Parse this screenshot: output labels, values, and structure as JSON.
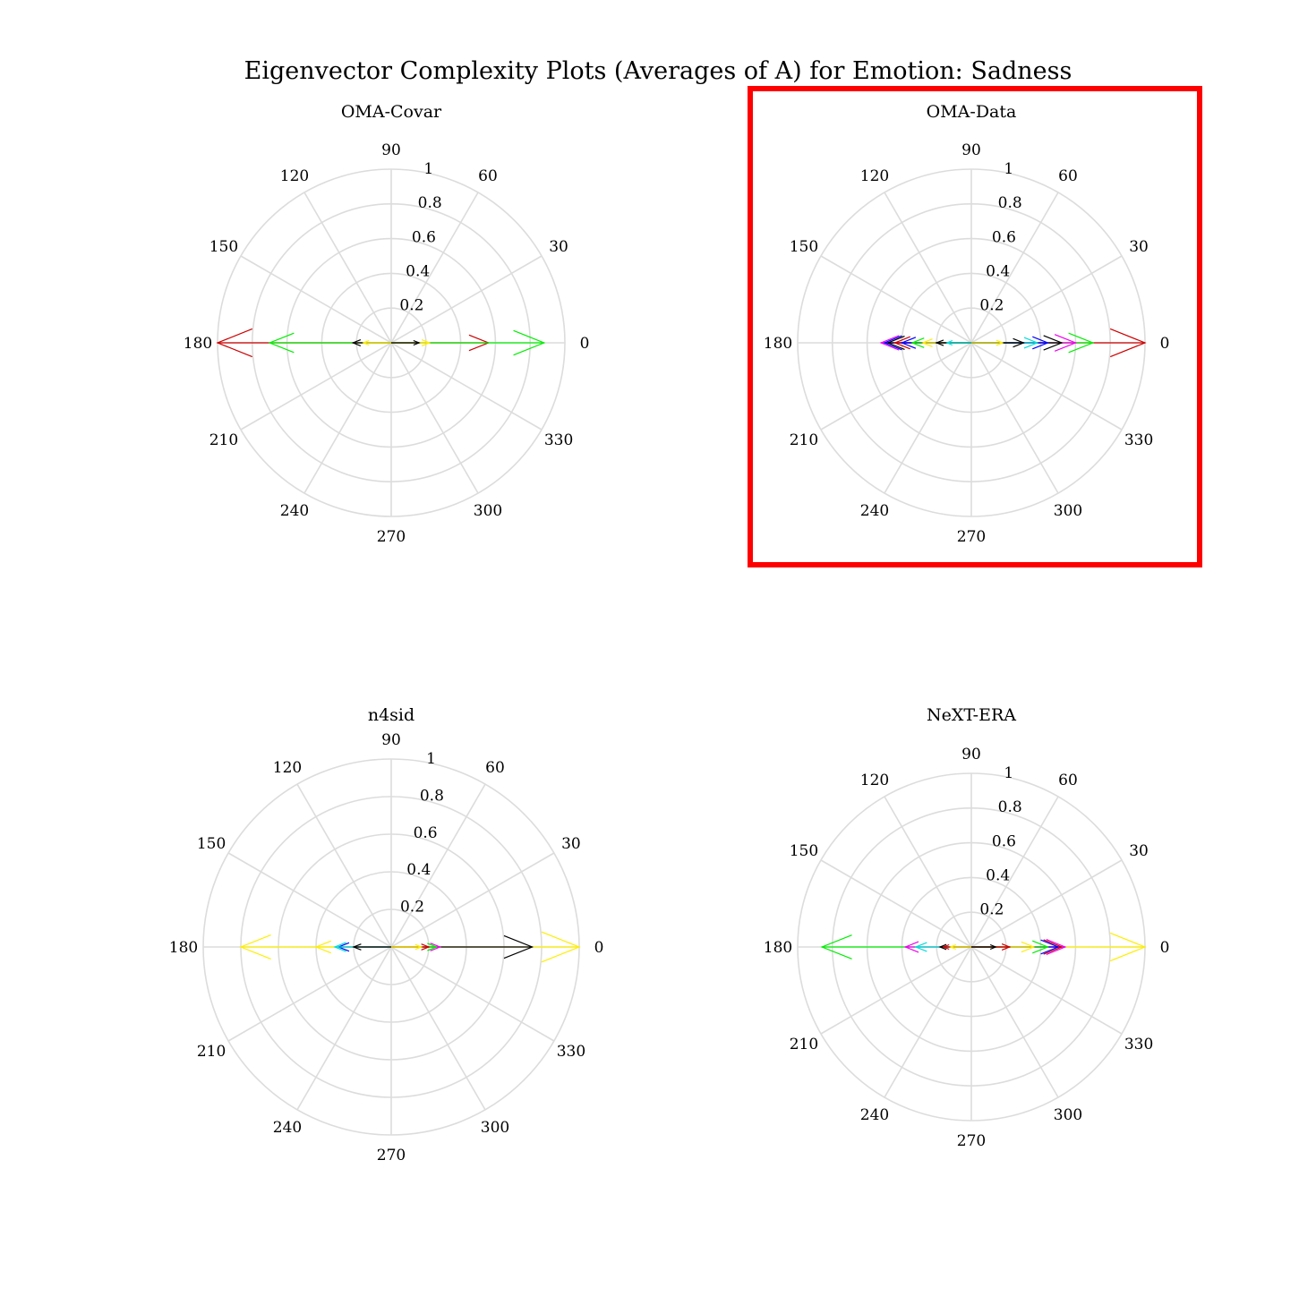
{
  "figure": {
    "title": "Eigenvector Complexity Plots (Averages of A) for Emotion: Sadness"
  },
  "colors": {
    "grid": "#dcdcdc",
    "highlight_box": "#ff0000",
    "red": "#cc0000",
    "green": "#00ee00",
    "yellow": "#ffee00",
    "blue": "#0000ff",
    "magenta": "#ee00ee",
    "cyan": "#00dddd",
    "black": "#000000"
  },
  "chart_data": [
    {
      "type": "polar-compass",
      "title": "OMA-Covar",
      "highlighted": false,
      "angle_ticks": [
        "0",
        "30",
        "60",
        "90",
        "120",
        "150",
        "180",
        "210",
        "240",
        "270",
        "300",
        "330"
      ],
      "radius_ticks": [
        "0.2",
        "0.4",
        "0.6",
        "0.8",
        "1"
      ],
      "rlim": [
        0,
        1
      ],
      "grid": true,
      "series": [
        {
          "color": "red",
          "angle": 180,
          "radius": 1.0
        },
        {
          "color": "red",
          "angle": 0,
          "radius": 0.56
        },
        {
          "color": "green",
          "angle": 180,
          "radius": 0.7
        },
        {
          "color": "green",
          "angle": 0,
          "radius": 0.88
        },
        {
          "color": "black",
          "angle": 180,
          "radius": 0.22
        },
        {
          "color": "yellow",
          "angle": 180,
          "radius": 0.16
        },
        {
          "color": "yellow",
          "angle": 0,
          "radius": 0.22
        },
        {
          "color": "black",
          "angle": 0,
          "radius": 0.16
        }
      ]
    },
    {
      "type": "polar-compass",
      "title": "OMA-Data",
      "highlighted": true,
      "angle_ticks": [
        "0",
        "30",
        "60",
        "90",
        "120",
        "150",
        "180",
        "210",
        "240",
        "270",
        "300",
        "330"
      ],
      "radius_ticks": [
        "0.2",
        "0.4",
        "0.6",
        "0.8",
        "1"
      ],
      "rlim": [
        0,
        1
      ],
      "grid": true,
      "series": [
        {
          "color": "red",
          "angle": 0,
          "radius": 1.0
        },
        {
          "color": "green",
          "angle": 0,
          "radius": 0.7
        },
        {
          "color": "magenta",
          "angle": 0,
          "radius": 0.6
        },
        {
          "color": "black",
          "angle": 0,
          "radius": 0.52
        },
        {
          "color": "blue",
          "angle": 0,
          "radius": 0.44
        },
        {
          "color": "cyan",
          "angle": 0,
          "radius": 0.38
        },
        {
          "color": "black",
          "angle": 0,
          "radius": 0.3
        },
        {
          "color": "yellow",
          "angle": 0,
          "radius": 0.18
        },
        {
          "color": "magenta",
          "angle": 180,
          "radius": 0.52
        },
        {
          "color": "blue",
          "angle": 180,
          "radius": 0.5
        },
        {
          "color": "black",
          "angle": 180,
          "radius": 0.48
        },
        {
          "color": "red",
          "angle": 180,
          "radius": 0.44
        },
        {
          "color": "blue",
          "angle": 180,
          "radius": 0.4
        },
        {
          "color": "green",
          "angle": 180,
          "radius": 0.34
        },
        {
          "color": "yellow",
          "angle": 180,
          "radius": 0.28
        },
        {
          "color": "black",
          "angle": 180,
          "radius": 0.2
        },
        {
          "color": "cyan",
          "angle": 180,
          "radius": 0.14
        }
      ]
    },
    {
      "type": "polar-compass",
      "title": "n4sid",
      "highlighted": false,
      "angle_ticks": [
        "0",
        "30",
        "60",
        "90",
        "120",
        "150",
        "180",
        "210",
        "240",
        "270",
        "300",
        "330"
      ],
      "radius_ticks": [
        "0.2",
        "0.4",
        "0.6",
        "0.8",
        "1"
      ],
      "rlim": [
        0,
        1
      ],
      "grid": true,
      "series": [
        {
          "color": "yellow",
          "angle": 0,
          "radius": 1.0
        },
        {
          "color": "black",
          "angle": 0,
          "radius": 0.75
        },
        {
          "color": "yellow",
          "angle": 180,
          "radius": 0.8
        },
        {
          "color": "yellow",
          "angle": 180,
          "radius": 0.4
        },
        {
          "color": "blue",
          "angle": 180,
          "radius": 0.28
        },
        {
          "color": "cyan",
          "angle": 180,
          "radius": 0.3
        },
        {
          "color": "black",
          "angle": 180,
          "radius": 0.2
        },
        {
          "color": "magenta",
          "angle": 0,
          "radius": 0.26
        },
        {
          "color": "green",
          "angle": 0,
          "radius": 0.24
        },
        {
          "color": "red",
          "angle": 0,
          "radius": 0.2
        },
        {
          "color": "yellow",
          "angle": 0,
          "radius": 0.16
        }
      ]
    },
    {
      "type": "polar-compass",
      "title": "NeXT-ERA",
      "highlighted": false,
      "angle_ticks": [
        "0",
        "30",
        "60",
        "90",
        "120",
        "150",
        "180",
        "210",
        "240",
        "270",
        "300",
        "330"
      ],
      "radius_ticks": [
        "0.2",
        "0.4",
        "0.6",
        "0.8",
        "1"
      ],
      "rlim": [
        0,
        1
      ],
      "grid": true,
      "series": [
        {
          "color": "green",
          "angle": 180,
          "radius": 0.86
        },
        {
          "color": "yellow",
          "angle": 0,
          "radius": 1.0
        },
        {
          "color": "magenta",
          "angle": 0,
          "radius": 0.54
        },
        {
          "color": "red",
          "angle": 0,
          "radius": 0.52
        },
        {
          "color": "blue",
          "angle": 0,
          "radius": 0.5
        },
        {
          "color": "green",
          "angle": 0,
          "radius": 0.44
        },
        {
          "color": "yellow",
          "angle": 0,
          "radius": 0.36
        },
        {
          "color": "red",
          "angle": 0,
          "radius": 0.22
        },
        {
          "color": "black",
          "angle": 0,
          "radius": 0.14
        },
        {
          "color": "magenta",
          "angle": 180,
          "radius": 0.38
        },
        {
          "color": "cyan",
          "angle": 180,
          "radius": 0.32
        },
        {
          "color": "black",
          "angle": 180,
          "radius": 0.18
        },
        {
          "color": "red",
          "angle": 180,
          "radius": 0.16
        },
        {
          "color": "yellow",
          "angle": 180,
          "radius": 0.12
        }
      ]
    }
  ]
}
